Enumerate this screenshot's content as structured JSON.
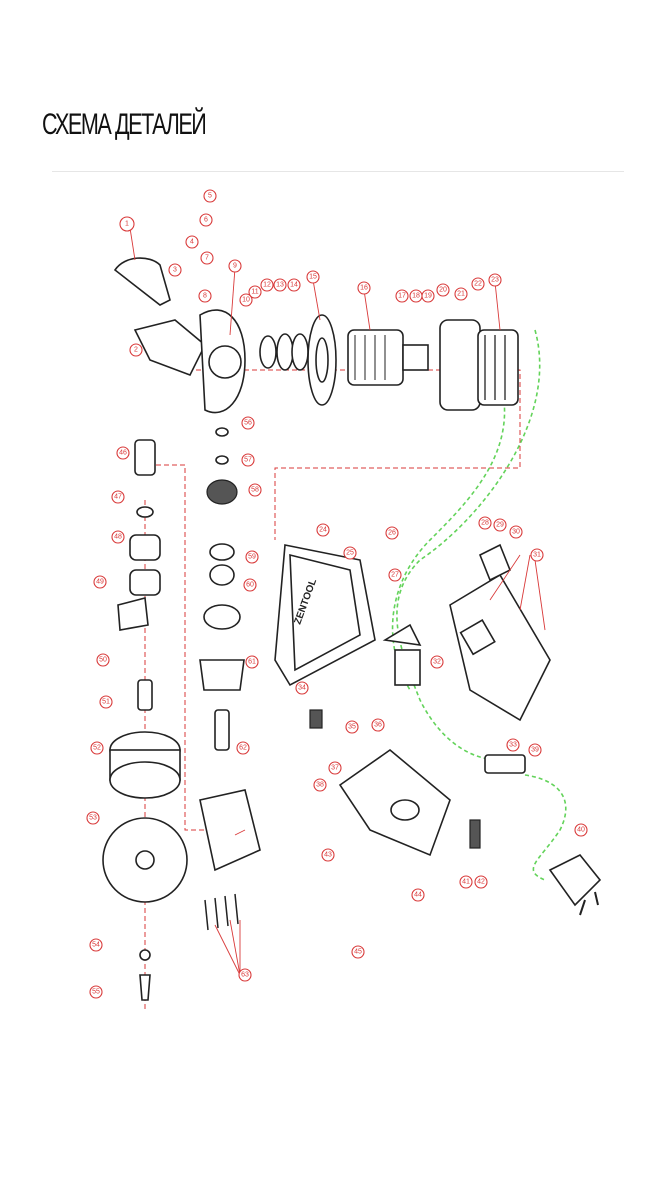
{
  "page": {
    "title": "СХЕМА ДЕТАЛЕЙ"
  },
  "diagram": {
    "brand": "ZENTOOL",
    "callouts": [
      "1",
      "2",
      "3",
      "4",
      "5",
      "6",
      "7",
      "8",
      "9",
      "10",
      "11",
      "12",
      "13",
      "14",
      "15",
      "16",
      "17",
      "18",
      "19",
      "20",
      "21",
      "22",
      "23",
      "24",
      "25",
      "26",
      "27",
      "28",
      "29",
      "30",
      "31",
      "32",
      "33",
      "34",
      "35",
      "36",
      "37",
      "38",
      "39",
      "40",
      "41",
      "42",
      "43",
      "44",
      "45",
      "46",
      "47",
      "48",
      "49",
      "50",
      "51",
      "52",
      "53",
      "54",
      "55",
      "56",
      "57",
      "58",
      "59",
      "60",
      "61",
      "62",
      "63"
    ]
  }
}
